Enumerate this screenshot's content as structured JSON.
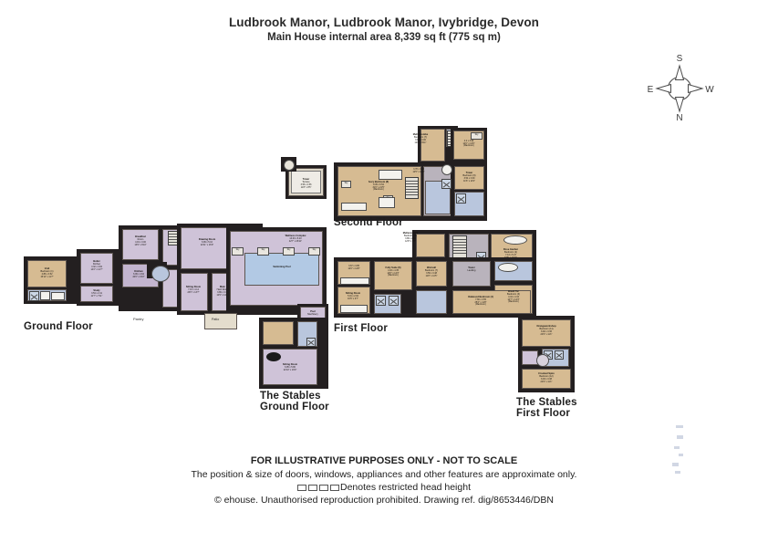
{
  "title": {
    "line1": "Ludbrook Manor, Ludbrook Manor, Ivybridge, Devon",
    "line2": "Main House internal area 8,339 sq ft (775 sq m)"
  },
  "compass": {
    "top": "S",
    "right": "W",
    "bottom": "N",
    "left": "E"
  },
  "floor_labels": {
    "ground": "Ground Floor",
    "first": "First Floor",
    "second": "Second Floor",
    "stables_ground_l1": "The Stables",
    "stables_ground_l2": "Ground Floor",
    "stables_first_l1": "The Stables",
    "stables_first_l2": "First Floor"
  },
  "annotations": {
    "pantry": "Pantry",
    "patio": "Patio",
    "sky": "Sky"
  },
  "ground_floor_rooms": [
    {
      "name": "Void",
      "sub": "Bedroom (1)",
      "m": "4.86 x 3.52",
      "ft": "15'11\" x 11'7\""
    },
    {
      "name": "Butler",
      "sub": "Kitchen",
      "m": "4.32 x 3.84",
      "ft": "14'2\" x 12'7\""
    },
    {
      "name": "Study",
      "m": "3.54 x 2.41",
      "ft": "11'7\" x 7'11\""
    },
    {
      "name": "Breakfast",
      "sub": "Room",
      "m": "4.19 x 3.00",
      "ft": "13'9\" x 9'10\""
    },
    {
      "name": "Kitchen",
      "m": "6.09 x 4.62",
      "ft": "20'0\" x 15'2\""
    },
    {
      "name": "Hall",
      "m": "6.47 x 3.62",
      "ft": "21'3\" x 11'11\""
    },
    {
      "name": "Snug",
      "m": "4.90 x 4.47",
      "ft": "16'1\" x 14'8\"",
      "max": "(Maximum)"
    },
    {
      "name": "Drawing Room",
      "m": "6.99 x 5.10",
      "ft": "22'11\" x 16'9\""
    },
    {
      "name": "Sitting Room",
      "m": "7.16 x 4.14",
      "ft": "23'6\" x 13'7\""
    },
    {
      "name": "Main",
      "sub": "Hard Room",
      "m": "3.89 x 3.70",
      "ft": "12'9\" x 12'2\""
    },
    {
      "name": "Wellness Complex",
      "m": "13.00 x 8.20",
      "ft": "42'7\" x 26'11\""
    },
    {
      "name": "Swimming Pool"
    },
    {
      "name": "Pool",
      "sub": "Machinery"
    },
    {
      "name": "St. George",
      "sub": "Bedroom (10)",
      "m": "3.45 x 3.58",
      "ft": "11'4\" x 11'9\""
    },
    {
      "name": "Utility",
      "m": "3.38 x 3.12",
      "ft": "11'1\" x 10'3\""
    }
  ],
  "first_floor_rooms": [
    {
      "name": "Mellencombe",
      "sub": "Bedroom (5)",
      "m": "3.86 x 2.62",
      "ft": "12'8\" x 8'7\""
    },
    {
      "name": "Folly Suite (6)",
      "m": "4.43 x 4.35",
      "ft": "14'6\" x 14'3\"",
      "max": "(Maximum)"
    },
    {
      "name": "Weirsall",
      "sub": "Bedroom (7)",
      "m": "3.56 x 3.48",
      "ft": "11'8\" x 11'5\""
    },
    {
      "name": "Rose Garden",
      "sub": "Bedroom (2)",
      "m": "7.13 x 5.47",
      "ft": "23'5\" x 17'11\"",
      "max": "(Maximum)"
    },
    {
      "name": "Brazil Tar",
      "sub": "Bedroom (3)",
      "m": "4.44 x 4.34",
      "ft": "14'7\" x 14'3\"",
      "max": "(Maximum)"
    },
    {
      "name": "Oakwood Bedroom (4)",
      "m": "7.66 x 3.55",
      "ft": "25'2\" x 11'8\"",
      "max": "(Maximum)"
    },
    {
      "name": "Tower",
      "sub": "Landing"
    },
    {
      "name": "Drawing Room",
      "m": "3.67 x 3.85",
      "ft": "12'0\" x 12'8\""
    },
    {
      "name": "Sitting Room",
      "m": "5.01 x 2.92",
      "ft": "16'5\" x 9'7\""
    }
  ],
  "second_floor_rooms": [
    {
      "name": "Mellencombe",
      "sub": "Bedroom (7)",
      "m": "3.90 x 3.00",
      "ft": "12'8\" x 9'11\""
    },
    {
      "name": "Ivory Bedroom (8)",
      "m": "9.45 x 6.52",
      "ft": "31'0\" x 21'5\"",
      "max": "(Maximum)"
    },
    {
      "name": "Tower",
      "sub": "Bedroom (9)",
      "m": "3.54 x 3.60",
      "ft": "11'6\" x 11'9\""
    },
    {
      "name": "Store",
      "m": "4.2 x 3.90",
      "ft": "14'0\" x 13'0\"",
      "max": "(Maximum)"
    },
    {
      "name": "Store",
      "m": "3.78 x 3.04",
      "ft": "12'5\" x 10'0\""
    }
  ],
  "tower_outbuilding": {
    "name": "Tower",
    "sub": "Terrace",
    "m": "3.56 x 2.56",
    "ft": "11'8\" x 8'5\""
  },
  "stables_ground_rooms": [
    {
      "name": "Sitting Room",
      "m": "6.95 x 5.80",
      "ft": "22'10\" x 19'0\""
    }
  ],
  "stables_first_rooms": [
    {
      "name": "Orangeworkshop",
      "sub": "Bedroom (11)",
      "m": "6.92 x 3.36",
      "ft": "22'9\" x 11'1\""
    },
    {
      "name": "Crooked Spire",
      "sub": "Bedroom (12)",
      "m": "6.93 x 3.38",
      "ft": "22'9\" x 11'1\""
    }
  ],
  "footer": {
    "line1": "FOR ILLUSTRATIVE PURPOSES ONLY - NOT TO SCALE",
    "line2": "The position & size of doors, windows, appliances and other features are approximate only.",
    "line3": "Denotes restricted head height",
    "line4": "© ehouse. Unauthorised reproduction prohibited. Drawing ref. dig/8653446/DBN"
  },
  "colors": {
    "wall": "#231f20",
    "bedroom_tan": "#d6bb92",
    "living_lilac": "#cfc3d8",
    "bathroom_blue": "#b9c6dd",
    "pool_blue": "#b2c9e4",
    "paper": "#ffffff",
    "text": "#1a1a1a"
  }
}
